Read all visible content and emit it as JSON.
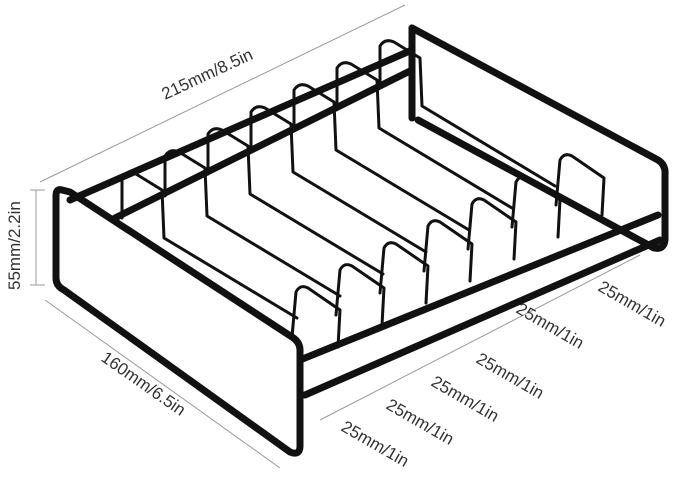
{
  "dimensions": {
    "length": "215mm/8.5in",
    "height": "55mm/2.2in",
    "width": "160mm/6.5in",
    "slot_spacing": [
      "25mm/1in",
      "25mm/1in",
      "25mm/1in",
      "25mm/1in",
      "25mm/1in",
      "25mm/1in"
    ]
  },
  "colors": {
    "rack": "#111111",
    "guide": "#9a9a9a",
    "text": "#333333"
  }
}
